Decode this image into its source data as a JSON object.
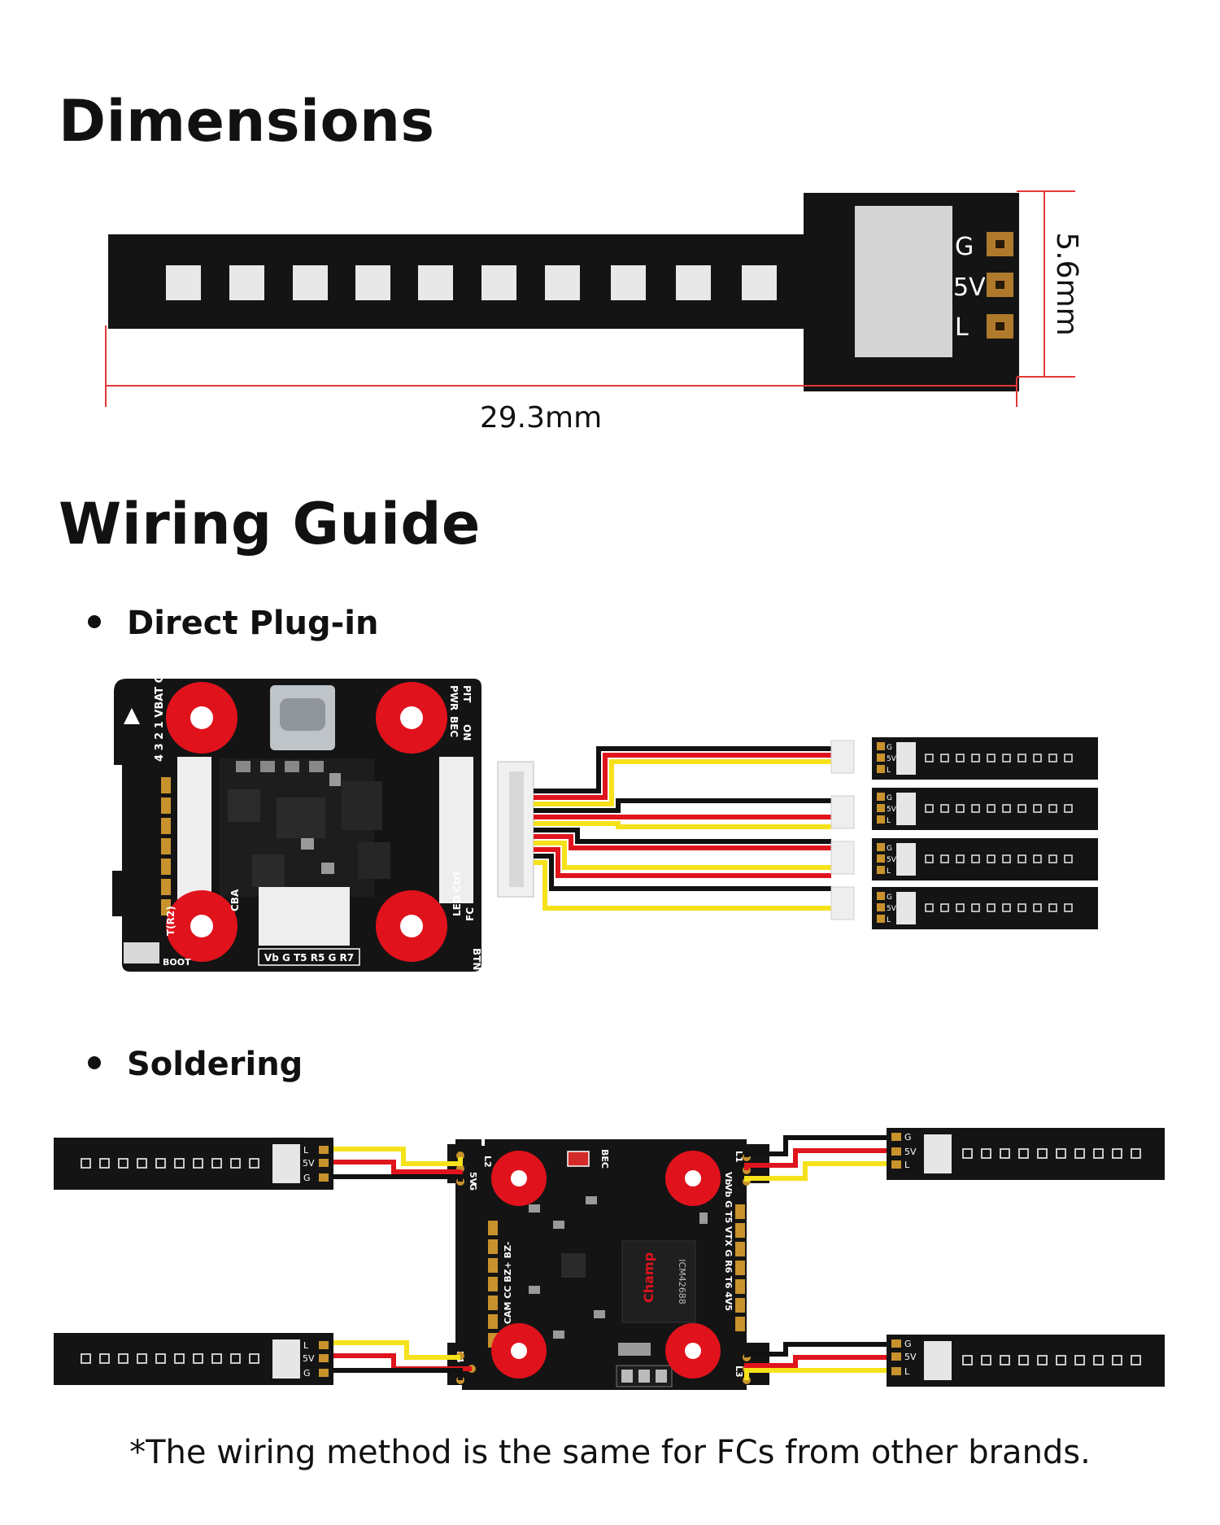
{
  "sections": {
    "dimensions_title": "Dimensions",
    "wiring_title": "Wiring Guide",
    "direct_plugin_label": "Direct Plug-in",
    "soldering_label": "Soldering"
  },
  "dimensions": {
    "length_label": "29.3mm",
    "height_label": "5.6mm",
    "pad_labels": [
      "G",
      "5V",
      "L"
    ]
  },
  "plugin_board": {
    "silkscreen": {
      "vbat": "4 3 2 1 VBAT G",
      "pit": "PIT",
      "bec": "BEC",
      "pwr": "PWR",
      "on": "ON",
      "cba": "CBA",
      "t_r2": "T(R2)",
      "uart": "Vb G T5 R5 G R7",
      "led_ctrl": "LED Ctrl",
      "fc": "FC",
      "btn": "BTN",
      "boot": "BOOT"
    }
  },
  "strip_pad_labels": [
    "G",
    "5V",
    "L"
  ],
  "solder_board": {
    "brand": "Champ",
    "chip": "ICM42688",
    "bec_label": "BEC",
    "pad_l2": "L2",
    "pad_l4": "L4",
    "pad_5v": "5V",
    "pad_g": "G",
    "pad_l1": "L1",
    "pad_l3": "L3",
    "pad_vb": "Vb",
    "right_column": "Vb G T5 VTX G R6 T6 4V5",
    "left_column": "5V G CAM CC BZ+ BZ-"
  },
  "footer_note": "*The wiring method is the same for FCs from other brands.",
  "colors": {
    "pcb": "#141414",
    "led": "#e6e6e6",
    "pad": "#b07a2c",
    "mount_red": "#e0121c",
    "wire_red": "#e0141c",
    "wire_yellow": "#f5e21a",
    "wire_black": "#111111",
    "dimension_line": "#e23838"
  }
}
